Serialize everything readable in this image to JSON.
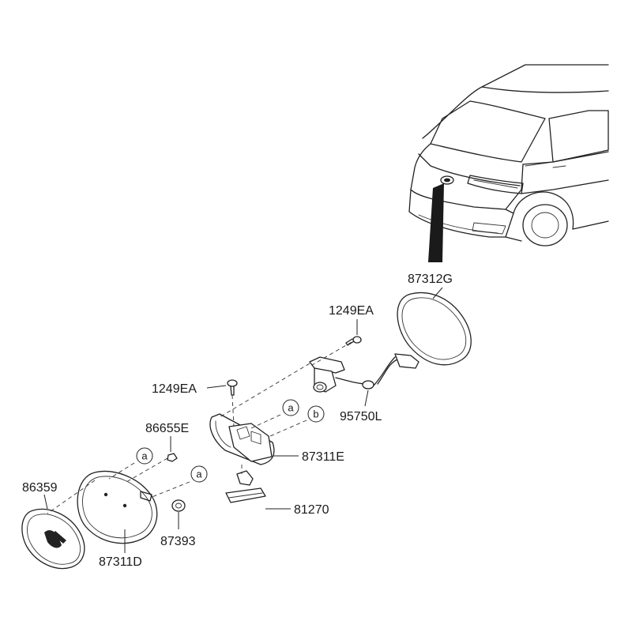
{
  "labels": {
    "garnish_gasket": "87312G",
    "screw_upper": "1249EA",
    "screw_lower": "1249EA",
    "camera_assy": "95750L",
    "nut": "86655E",
    "handle_assy": "87311E",
    "emblem": "86359",
    "plate_lamp": "81270",
    "garnish": "87311D",
    "clip": "87393"
  },
  "markers": {
    "a": "a",
    "b": "b"
  },
  "colors": {
    "line": "#222222",
    "background": "#ffffff"
  }
}
